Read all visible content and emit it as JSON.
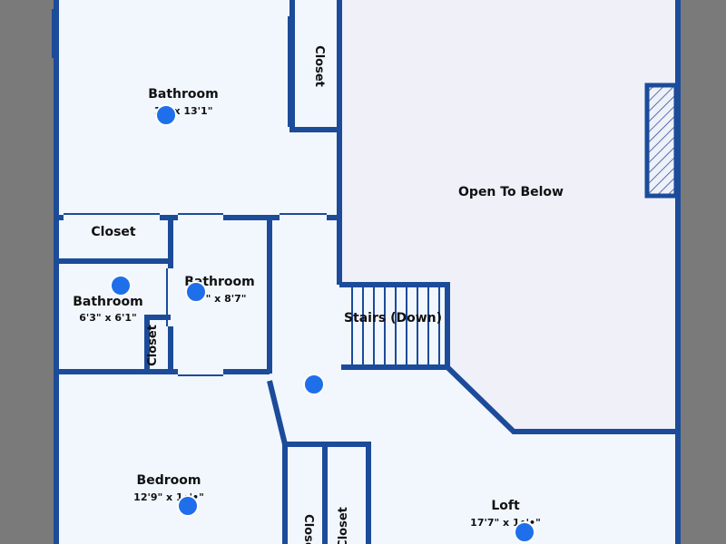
{
  "colors": {
    "background": "#7a7a7a",
    "floor": "#f1f7fd",
    "open_area": "#eff0f8",
    "wall": "#1c4b9a",
    "pin": "#1f6feb"
  },
  "rooms": {
    "bathroom_top": {
      "name": "Bathroom",
      "dims": "1•' x 13'1\""
    },
    "closet_top": {
      "name": "Closet"
    },
    "open_to_below": {
      "name": "Open To Below"
    },
    "closet_mid": {
      "name": "Closet"
    },
    "bathroom_center": {
      "name": "Bathroom",
      "dims": "••\" x 8'7\""
    },
    "bathroom_left": {
      "name": "Bathroom",
      "dims": "6'3\" x 6'1\""
    },
    "closet_small": {
      "name": "Closet"
    },
    "stairs": {
      "name": "Stairs (Down)"
    },
    "bedroom": {
      "name": "Bedroom",
      "dims": "12'9\" x 1•'•\""
    },
    "loft": {
      "name": "Loft",
      "dims": "17'7\" x 1•'•\""
    },
    "closet_bottom_1": {
      "name": "Closet"
    },
    "closet_bottom_2": {
      "name": "Closet"
    }
  },
  "view_pins": [
    {
      "name": "view-pin-bathroom-top"
    },
    {
      "name": "view-pin-bathroom-left"
    },
    {
      "name": "view-pin-bathroom-center"
    },
    {
      "name": "view-pin-hallway"
    },
    {
      "name": "view-pin-bedroom"
    },
    {
      "name": "view-pin-loft"
    }
  ]
}
